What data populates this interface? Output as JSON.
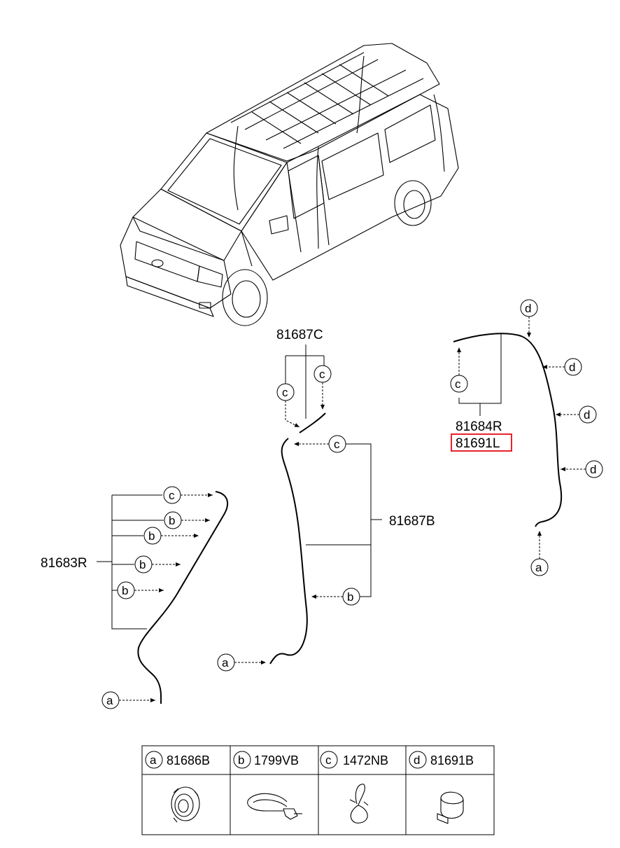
{
  "parts": {
    "p81687c": "81687C",
    "p81684r": "81684R",
    "p81691l": "81691L",
    "p81687b": "81687B",
    "p81683r": "81683R"
  },
  "callouts": {
    "a": "a",
    "b": "b",
    "c": "c",
    "d": "d"
  },
  "legend": [
    {
      "letter": "a",
      "code": "81686B"
    },
    {
      "letter": "b",
      "code": "1799VB"
    },
    {
      "letter": "c",
      "code": "1472NB"
    },
    {
      "letter": "d",
      "code": "81691B"
    }
  ],
  "colors": {
    "highlight": "#e8242b",
    "line": "#000000"
  }
}
